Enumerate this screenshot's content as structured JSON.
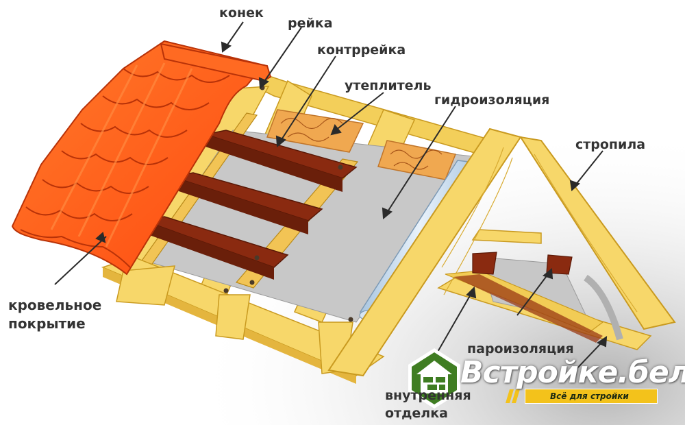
{
  "labels": {
    "konek": "конек",
    "reyka": "рейка",
    "kontrreyka": "контррейка",
    "uteplitel": "утеплитель",
    "gidroizolyaciya": "гидроизоляция",
    "stropila": "стропила",
    "krovelnoe_line1": "кровельное",
    "krovelnoe_line2": "покрытие",
    "paroizolyaciya": "пароизоляция",
    "vnutrennyaya_line1": "внутренняя",
    "vnutrennyaya_line2": "отделка"
  },
  "logo": {
    "brand": "Встройке.бел",
    "tagline": "Всё для стройки",
    "icon": "house-bricks-icon"
  },
  "colors": {
    "roof_tile": "#ff5a1a",
    "timber": "#f7d76a",
    "batten": "#8a2a10",
    "membrane": "#c8c8c8",
    "insulation": "#f0a850",
    "logo_green": "#3f7d22",
    "logo_yellow": "#f3c21b"
  }
}
